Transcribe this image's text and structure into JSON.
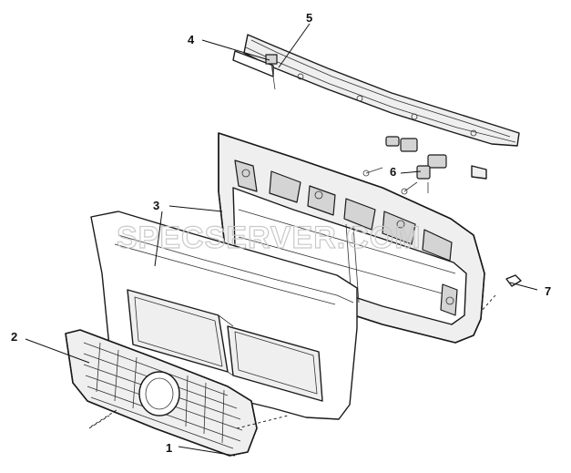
{
  "watermark": "SPECSERVER.COM",
  "callouts": {
    "c1": "1",
    "c2": "2",
    "c3": "3",
    "c4": "4",
    "c5": "5",
    "c6": "6",
    "c7": "7"
  }
}
